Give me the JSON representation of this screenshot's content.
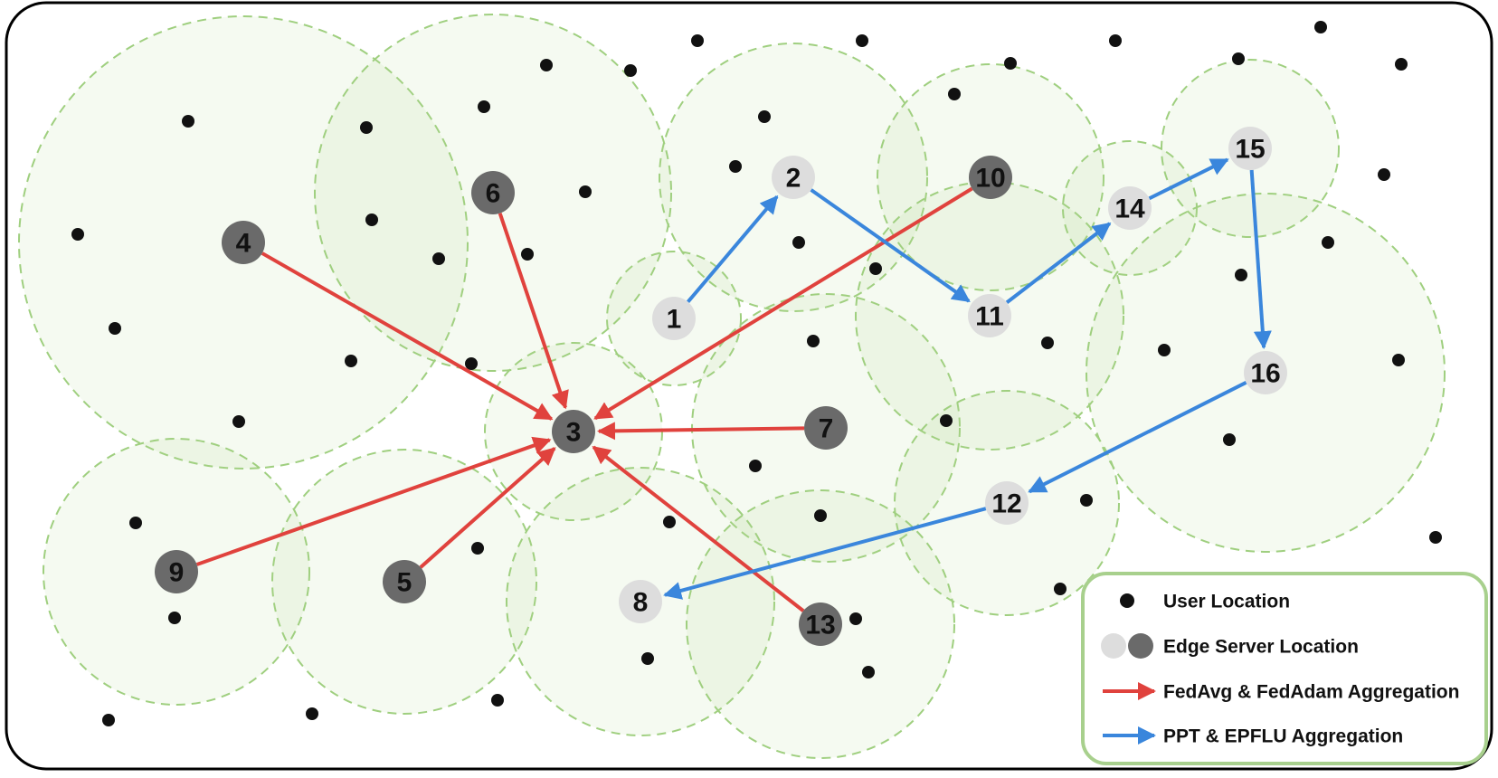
{
  "legend": {
    "user_location": "User  Location",
    "edge_server_location": "Edge Server Location",
    "red_aggregation": "FedAvg & FedAdam Aggregation",
    "blue_aggregation": "PPT & EPFLU Aggregation"
  },
  "colors": {
    "fedavg_arrow": "#e0423d",
    "ppt_arrow": "#3a86dc",
    "coverage_stroke": "#9fcf7f",
    "server_light": "#dddddd",
    "server_dark": "#6a6a6a",
    "user_dot": "#111111"
  },
  "servers": [
    {
      "id": "1",
      "shade": "light"
    },
    {
      "id": "2",
      "shade": "light"
    },
    {
      "id": "3",
      "shade": "dark"
    },
    {
      "id": "4",
      "shade": "dark"
    },
    {
      "id": "5",
      "shade": "dark"
    },
    {
      "id": "6",
      "shade": "dark"
    },
    {
      "id": "7",
      "shade": "dark"
    },
    {
      "id": "8",
      "shade": "light"
    },
    {
      "id": "9",
      "shade": "dark"
    },
    {
      "id": "10",
      "shade": "dark"
    },
    {
      "id": "11",
      "shade": "light"
    },
    {
      "id": "12",
      "shade": "light"
    },
    {
      "id": "13",
      "shade": "dark"
    },
    {
      "id": "14",
      "shade": "light"
    },
    {
      "id": "15",
      "shade": "light"
    },
    {
      "id": "16",
      "shade": "light"
    }
  ],
  "fedavg_fedadam_edges": [
    [
      "4",
      "3"
    ],
    [
      "6",
      "3"
    ],
    [
      "10",
      "3"
    ],
    [
      "7",
      "3"
    ],
    [
      "9",
      "3"
    ],
    [
      "5",
      "3"
    ],
    [
      "13",
      "3"
    ]
  ],
  "ppt_epflu_path": [
    "1",
    "2",
    "11",
    "14",
    "15",
    "16",
    "12",
    "8"
  ]
}
